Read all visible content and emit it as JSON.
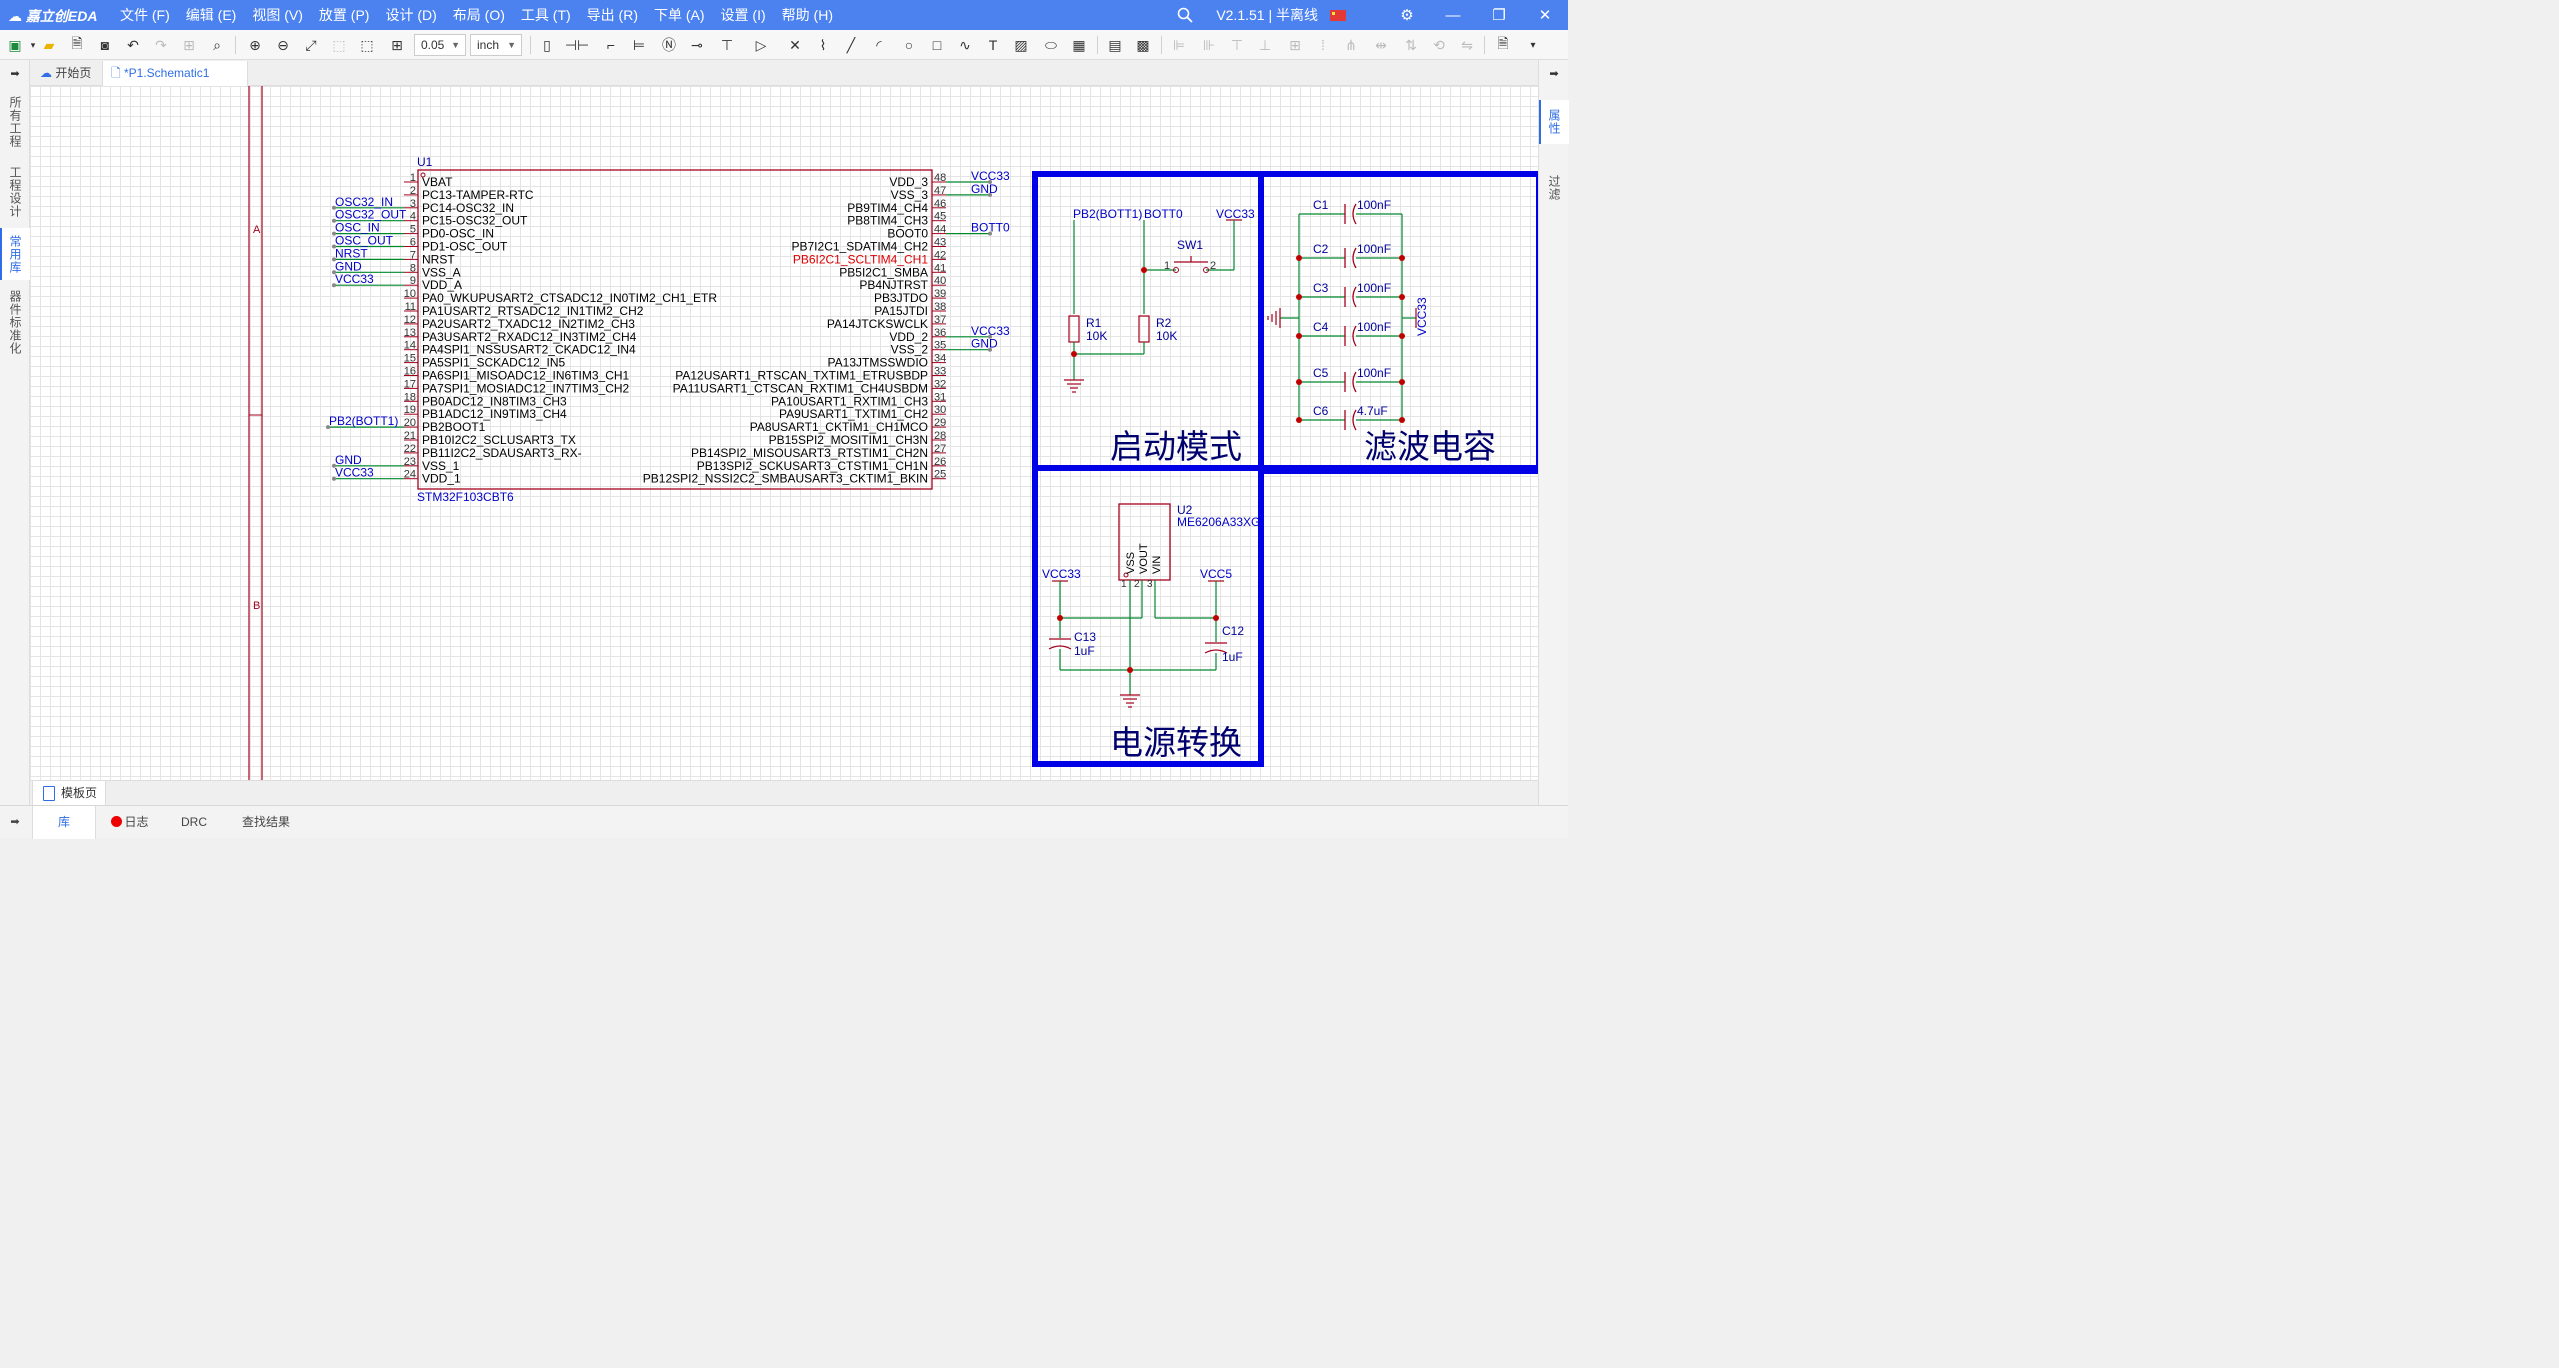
{
  "app": {
    "logo": "嘉立创EDA",
    "menu": [
      "文件 (F)",
      "编辑 (E)",
      "视图 (V)",
      "放置 (P)",
      "设计 (D)",
      "布局 (O)",
      "工具 (T)",
      "导出 (R)",
      "下单 (A)",
      "设置 (I)",
      "帮助 (H)"
    ],
    "version": "V2.1.51 | 半离线"
  },
  "toolbar": {
    "grid_value": "0.05",
    "unit": "inch"
  },
  "left_panel": {
    "pin_icon": "pin-icon",
    "tabs": [
      {
        "label": "所有工程",
        "active": false
      },
      {
        "label": "工程设计",
        "active": false
      },
      {
        "label": "常用库",
        "active": true
      },
      {
        "label": "器件标准化",
        "active": false
      }
    ]
  },
  "right_panel": {
    "tabs": [
      {
        "label": "属性",
        "active": true
      },
      {
        "label": "过滤",
        "active": false
      }
    ]
  },
  "doc_tabs": {
    "home": "开始页",
    "schematic": "*P1.Schematic1"
  },
  "schematic": {
    "frame_zones": [
      "A",
      "B"
    ],
    "u1": {
      "designator": "U1",
      "part": "STM32F103CBT6",
      "left_pins": [
        {
          "num": "1",
          "name": "VBAT",
          "net": ""
        },
        {
          "num": "2",
          "name": "PC13-TAMPER-RTC",
          "net": ""
        },
        {
          "num": "3",
          "name": "PC14-OSC32_IN",
          "net": "OSC32_IN"
        },
        {
          "num": "4",
          "name": "PC15-OSC32_OUT",
          "net": "OSC32_OUT"
        },
        {
          "num": "5",
          "name": "PD0-OSC_IN",
          "net": "OSC_IN"
        },
        {
          "num": "6",
          "name": "PD1-OSC_OUT",
          "net": "OSC_OUT"
        },
        {
          "num": "7",
          "name": "NRST",
          "net": "NRST"
        },
        {
          "num": "8",
          "name": "VSS_A",
          "net": "GND"
        },
        {
          "num": "9",
          "name": "VDD_A",
          "net": "VCC33"
        },
        {
          "num": "10",
          "name": "PA0_WKUPUSART2_CTSADC12_IN0TIM2_CH1_ETR",
          "net": ""
        },
        {
          "num": "11",
          "name": "PA1USART2_RTSADC12_IN1TIM2_CH2",
          "net": ""
        },
        {
          "num": "12",
          "name": "PA2USART2_TXADC12_IN2TIM2_CH3",
          "net": ""
        },
        {
          "num": "13",
          "name": "PA3USART2_RXADC12_IN3TIM2_CH4",
          "net": ""
        },
        {
          "num": "14",
          "name": "PA4SPI1_NSSUSART2_CKADC12_IN4",
          "net": ""
        },
        {
          "num": "15",
          "name": "PA5SPI1_SCKADC12_IN5",
          "net": ""
        },
        {
          "num": "16",
          "name": "PA6SPI1_MISOADC12_IN6TIM3_CH1",
          "net": ""
        },
        {
          "num": "17",
          "name": "PA7SPI1_MOSIADC12_IN7TIM3_CH2",
          "net": ""
        },
        {
          "num": "18",
          "name": "PB0ADC12_IN8TIM3_CH3",
          "net": ""
        },
        {
          "num": "19",
          "name": "PB1ADC12_IN9TIM3_CH4",
          "net": ""
        },
        {
          "num": "20",
          "name": "PB2BOOT1",
          "net": "PB2(BOTT1)"
        },
        {
          "num": "21",
          "name": "PB10I2C2_SCLUSART3_TX",
          "net": ""
        },
        {
          "num": "22",
          "name": "PB11I2C2_SDAUSART3_RX-",
          "net": ""
        },
        {
          "num": "23",
          "name": "VSS_1",
          "net": "GND"
        },
        {
          "num": "24",
          "name": "VDD_1",
          "net": "VCC33"
        }
      ],
      "right_pins": [
        {
          "num": "48",
          "name": "VDD_3",
          "net": "VCC33",
          "hl": false
        },
        {
          "num": "47",
          "name": "VSS_3",
          "net": "GND",
          "hl": false
        },
        {
          "num": "46",
          "name": "PB9TIM4_CH4",
          "net": "",
          "hl": false
        },
        {
          "num": "45",
          "name": "PB8TIM4_CH3",
          "net": "",
          "hl": false
        },
        {
          "num": "44",
          "name": "BOOT0",
          "net": "BOTT0",
          "hl": false
        },
        {
          "num": "43",
          "name": "PB7I2C1_SDATIM4_CH2",
          "net": "",
          "hl": false
        },
        {
          "num": "42",
          "name": "PB6I2C1_SCLTIM4_CH1",
          "net": "",
          "hl": true
        },
        {
          "num": "41",
          "name": "PB5I2C1_SMBA",
          "net": "",
          "hl": false
        },
        {
          "num": "40",
          "name": "PB4NJTRST",
          "net": "",
          "hl": false
        },
        {
          "num": "39",
          "name": "PB3JTDO",
          "net": "",
          "hl": false
        },
        {
          "num": "38",
          "name": "PA15JTDI",
          "net": "",
          "hl": false
        },
        {
          "num": "37",
          "name": "PA14JTCKSWCLK",
          "net": "",
          "hl": false
        },
        {
          "num": "36",
          "name": "VDD_2",
          "net": "VCC33",
          "hl": false
        },
        {
          "num": "35",
          "name": "VSS_2",
          "net": "GND",
          "hl": false
        },
        {
          "num": "34",
          "name": "PA13JTMSSWDIO",
          "net": "",
          "hl": false
        },
        {
          "num": "33",
          "name": "PA12USART1_RTSCAN_TXTIM1_ETRUSBDP",
          "net": "",
          "hl": false
        },
        {
          "num": "32",
          "name": "PA11USART1_CTSCAN_RXTIM1_CH4USBDM",
          "net": "",
          "hl": false
        },
        {
          "num": "31",
          "name": "PA10USART1_RXTIM1_CH3",
          "net": "",
          "hl": false
        },
        {
          "num": "30",
          "name": "PA9USART1_TXTIM1_CH2",
          "net": "",
          "hl": false
        },
        {
          "num": "29",
          "name": "PA8USART1_CKTIM1_CH1MCO",
          "net": "",
          "hl": false
        },
        {
          "num": "28",
          "name": "PB15SPI2_MOSITIM1_CH3N",
          "net": "",
          "hl": false
        },
        {
          "num": "27",
          "name": "PB14SPI2_MISOUSART3_RTSTIM1_CH2N",
          "net": "",
          "hl": false
        },
        {
          "num": "26",
          "name": "PB13SPI2_SCKUSART3_CTSTIM1_CH1N",
          "net": "",
          "hl": false
        },
        {
          "num": "25",
          "name": "PB12SPI2_NSSI2C2_SMBAUSART3_CKTIM1_BKIN",
          "net": "",
          "hl": false
        }
      ]
    },
    "boot": {
      "title": "启动模式",
      "net_pb2": "PB2(BOTT1)",
      "net_bott0": "BOTT0",
      "vcc": "VCC33",
      "sw": "SW1",
      "sw_pin1": "1",
      "sw_pin2": "2",
      "r1": "R1",
      "r1_val": "10K",
      "r2": "R2",
      "r2_val": "10K"
    },
    "filter": {
      "title": "滤波电容",
      "vcc": "VCC33",
      "caps": [
        {
          "ref": "C1",
          "val": "100nF"
        },
        {
          "ref": "C2",
          "val": "100nF"
        },
        {
          "ref": "C3",
          "val": "100nF"
        },
        {
          "ref": "C4",
          "val": "100nF"
        },
        {
          "ref": "C5",
          "val": "100nF"
        },
        {
          "ref": "C6",
          "val": "4.7uF"
        }
      ]
    },
    "power": {
      "title": "电源转换",
      "u2": "U2",
      "u2_part": "ME6206A33XG",
      "pin_vss": "VSS",
      "pin_vout": "VOUT",
      "pin_vin": "VIN",
      "pn1": "1",
      "pn2": "2",
      "pn3": "3",
      "vcc33": "VCC33",
      "vcc5": "VCC5",
      "c13": "C13",
      "c13_val": "1uF",
      "c12": "C12",
      "c12_val": "1uF"
    }
  },
  "bottom_tab": "模板页",
  "statusbar": [
    "库",
    "日志",
    "DRC",
    "查找结果"
  ],
  "colors": {
    "titlebar": "#4b82f0",
    "accent": "#2f6ee6",
    "symbol_outline": "#a4001c",
    "wire": "#00882e",
    "net_label": "#0000c8",
    "region_border": "#0000e6",
    "highlight_pin": "#e00000"
  }
}
